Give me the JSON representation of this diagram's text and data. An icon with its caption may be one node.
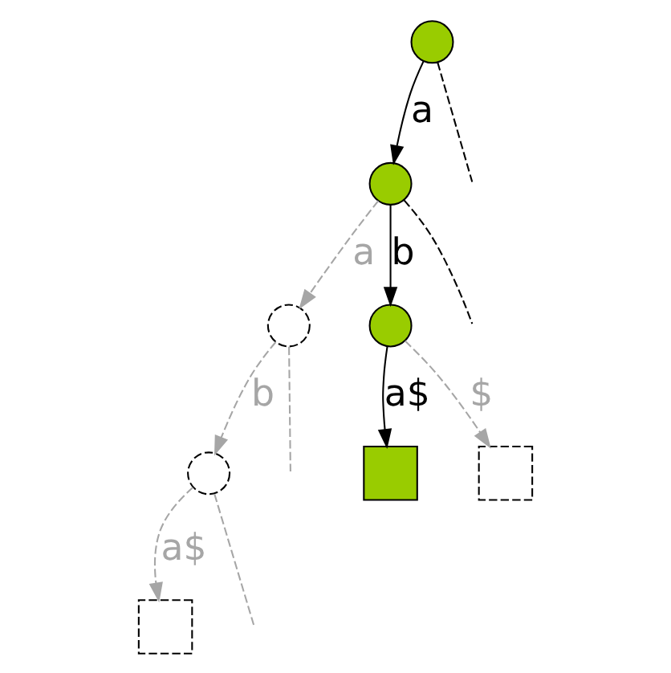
{
  "diagram": {
    "nodes": [
      {
        "text": [],
        "shape": "circle"
      },
      {
        "text": [],
        "shape": "circle"
      },
      {
        "text": [],
        "shape": "circle"
      },
      {
        "text": [],
        "shape": "circle"
      },
      {
        "text": [],
        "shape": "box"
      },
      {
        "text": [],
        "shape": "box"
      },
      {
        "text": [],
        "shape": "circle"
      },
      {
        "text": [],
        "shape": "box"
      }
    ],
    "edges": [
      {
        "from": 0,
        "to": null,
        "arrow": "none",
        "style": "dashed",
        "color": "#000000"
      },
      {
        "from": 0,
        "to": 1,
        "arrow": "to",
        "label": "a",
        "color": "#000000"
      },
      {
        "from": 1,
        "to": null,
        "arrow": "none",
        "style": "dashed",
        "color": "#000000"
      },
      {
        "from": 1,
        "to": 3,
        "arrow": "to",
        "label": "b",
        "color": "#000000"
      },
      {
        "from": 1,
        "to": 2,
        "arrow": "to",
        "label": "a",
        "style": "dashed"
      },
      {
        "from": 3,
        "to": 4,
        "arrow": "to",
        "label": "a$",
        "color": "#000000"
      },
      {
        "from": 2,
        "to": null,
        "arrow": "none",
        "style": "dashed"
      },
      {
        "from": 2,
        "to": 6,
        "arrow": "to",
        "label": "b",
        "style": "dashed"
      },
      {
        "from": 3,
        "to": 5,
        "arrow": "to",
        "label": "$",
        "style": "dashed"
      },
      {
        "from": 6,
        "to": null,
        "arrow": "none",
        "style": "dashed"
      },
      {
        "from": 6,
        "to": 7,
        "arrow": "to",
        "label": "a$",
        "style": "dashed"
      }
    ]
  }
}
